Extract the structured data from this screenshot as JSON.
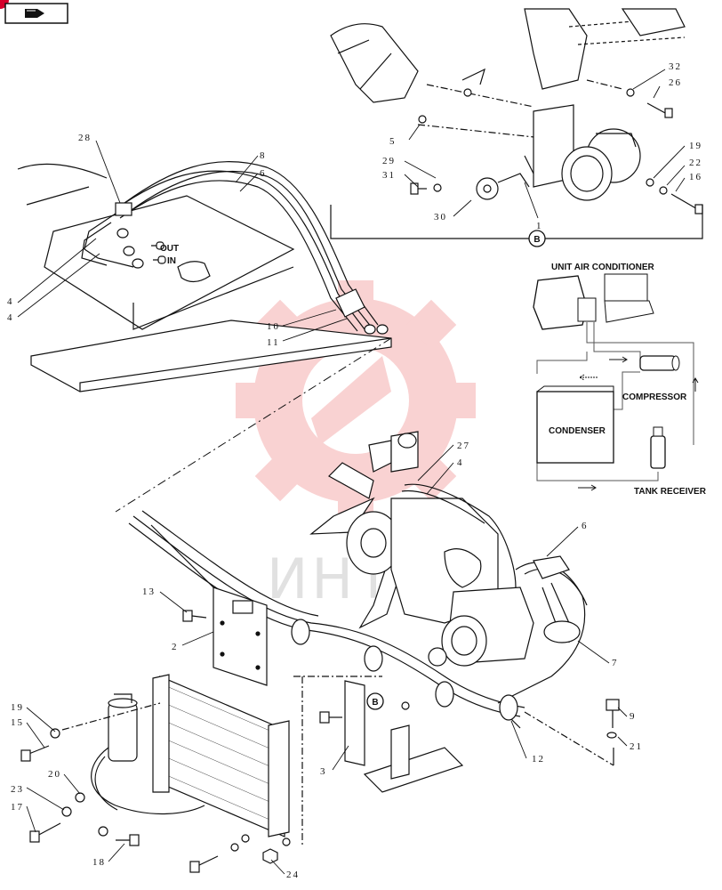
{
  "nav": {
    "back_icon": "book-back-icon"
  },
  "section_badges": {
    "main": "B",
    "inner": "B"
  },
  "schematic": {
    "title": "UNIT AIR CONDITIONER",
    "condenser": "CONDENSER",
    "compressor": "COMPRESSOR",
    "tank": "TANK RECEIVER"
  },
  "ports": {
    "out": "OUT",
    "in": "IN"
  },
  "watermark": "ИНТЕХ",
  "callouts": {
    "c32": "32",
    "c26": "26",
    "c5": "5",
    "c29": "29",
    "c31": "31",
    "c30": "30",
    "c1": "1",
    "c19a": "19",
    "c22": "22",
    "c16": "16",
    "c28": "28",
    "c8": "8",
    "c6a": "6",
    "c4a": "4",
    "c4b": "4",
    "c10": "10",
    "c11": "11",
    "c27": "27",
    "c4c": "4",
    "c6b": "6",
    "c13": "13",
    "c2": "2",
    "c7": "7",
    "c9": "9",
    "c21": "21",
    "c19b": "19",
    "c15": "15",
    "c20": "20",
    "c3": "3",
    "c12": "12",
    "c23": "23",
    "c17": "17",
    "c18": "18",
    "c24": "24"
  },
  "colors": {
    "ink": "#111111",
    "watermark": "#f08a8a",
    "corner": "#d4002a"
  }
}
